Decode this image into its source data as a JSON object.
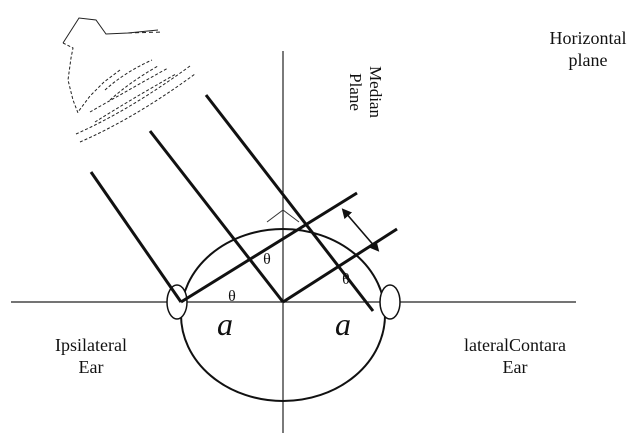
{
  "labels": {
    "horizontal_plane": [
      "Horizontal",
      "plane"
    ],
    "median_plane": [
      "Median",
      "Plane"
    ],
    "ipsilateral": [
      "Ipsilateral",
      "Ear"
    ],
    "contralateral": [
      "lateralContara",
      "Ear"
    ],
    "theta": "θ",
    "radius": "a"
  }
}
